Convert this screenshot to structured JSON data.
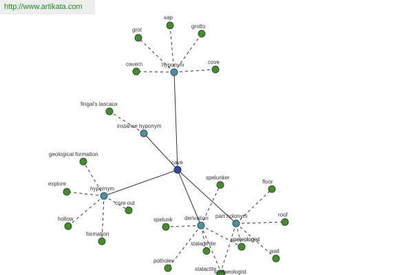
{
  "banner": {
    "url": "http://www.artikata.com"
  },
  "colors": {
    "leaf": "#4a8a2e",
    "relation": "#4f8f9f",
    "root": "#3a4a9a",
    "banner_text": "#1c8a1c"
  },
  "graph": {
    "root": {
      "id": "cave",
      "label": "cave"
    },
    "relations": [
      {
        "id": "hyponym",
        "label": "hyponym",
        "children": [
          "sap",
          "grot",
          "grotto",
          "cavern",
          "cove"
        ]
      },
      {
        "id": "instance-hyponym",
        "label": "instance hyponym",
        "children": [
          "fingal's lascaux"
        ]
      },
      {
        "id": "hypernym",
        "label": "hypernym",
        "children": [
          "geological formation",
          "explore",
          "core out",
          "hollow",
          "formation"
        ]
      },
      {
        "id": "derivation",
        "label": "derivation",
        "children": [
          "spelunker",
          "spelunk",
          "stalagmite",
          "potholer",
          "stalactite",
          "speleologist"
        ]
      },
      {
        "id": "part-holonym",
        "label": "part holonym",
        "children": [
          "floor",
          "roof",
          "speleologist",
          "wall",
          "spelaeologist"
        ]
      }
    ]
  }
}
